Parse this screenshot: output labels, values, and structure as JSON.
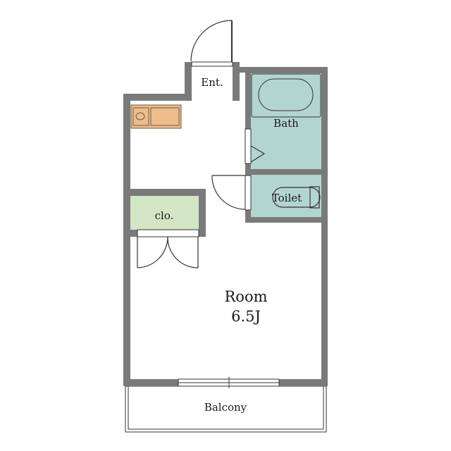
{
  "rooms": {
    "entrance": "Ent.",
    "bath": "Bath",
    "toilet": "Toilet",
    "closet": "clo.",
    "room_name": "Room",
    "room_size": "6.5J",
    "balcony": "Balcony"
  },
  "colors": {
    "wall": "#7a7a7a",
    "wet_area": "#b3d5cf",
    "closet": "#d2e6c5",
    "kitchen": "#efbd8a"
  }
}
